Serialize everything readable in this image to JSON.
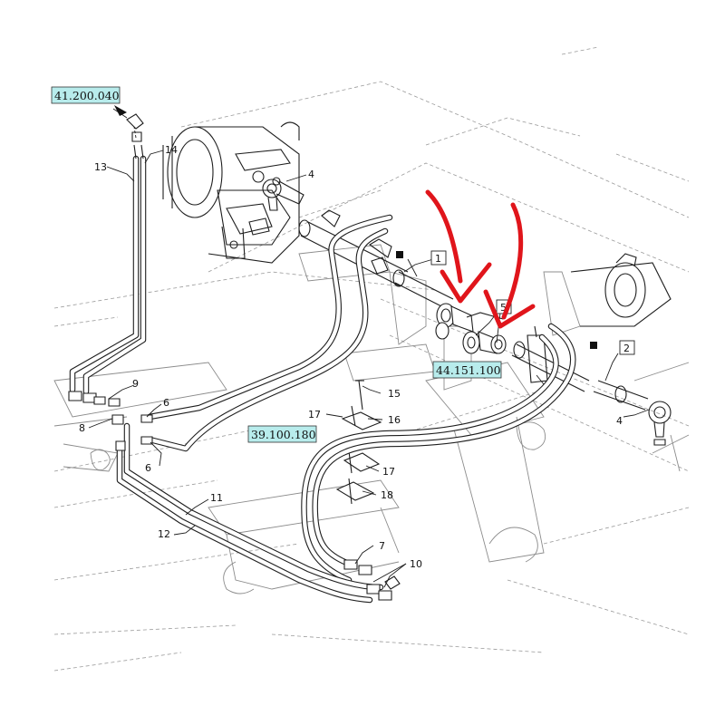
{
  "references": {
    "ref_top_left": "41.200.040",
    "ref_center_right": "44.151.100",
    "ref_bottom_center": "39.100.180"
  },
  "callouts": {
    "c1": "1",
    "c2": "2",
    "c4_top": "4",
    "c4_right": "4",
    "c5": "5",
    "c6_a": "6",
    "c6_b": "6",
    "c7": "7",
    "c8": "8",
    "c9": "9",
    "c10": "10",
    "c11": "11",
    "c12": "12",
    "c13": "13",
    "c14": "14",
    "c15": "15",
    "c16": "16",
    "c17_a": "17",
    "c17_b": "17",
    "c18": "18"
  },
  "colors": {
    "reference_box": "#b8ecec",
    "highlight_arrow": "#e0151b",
    "line_art": "#1e1e1e"
  }
}
